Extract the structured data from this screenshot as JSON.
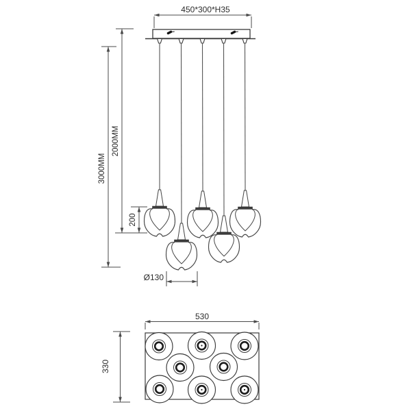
{
  "drawing": {
    "type": "pendant lamp technical drawing",
    "side_view": {
      "canopy_dimension": "450*300*H35",
      "overall_drop": "3000MM",
      "cord_drop": "2000MM",
      "shade_height": "200",
      "shade_diameter": "Ø130",
      "pendant_count": 5
    },
    "bottom_view": {
      "width": "530",
      "depth": "330",
      "shade_count": 8
    },
    "colors": {
      "line": "#3a3a3a",
      "dim_line": "#4a4a4a",
      "text": "#2b2b2b",
      "fill": "#ffffff",
      "collar": "#3d3d3d",
      "background": "#ffffff"
    }
  }
}
